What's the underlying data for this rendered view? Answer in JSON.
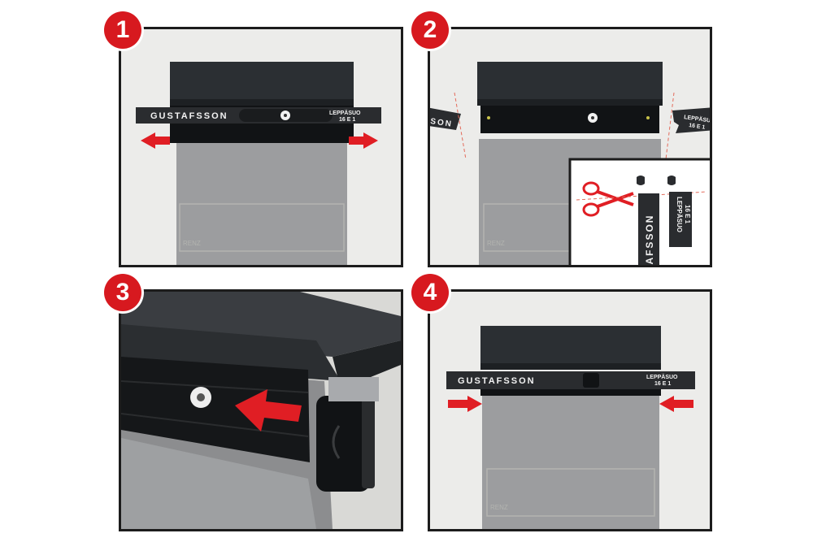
{
  "steps": [
    {
      "number": "1"
    },
    {
      "number": "2"
    },
    {
      "number": "3"
    },
    {
      "number": "4"
    }
  ],
  "label": {
    "name": "GUSTAFSSON",
    "name_cut": "SON",
    "name_strip": "TAFSSON",
    "address_line1": "LEPPÄSUO",
    "address_line2": "16 E 1",
    "address_cut_line1": "LEPPÄSUO",
    "address_cut_line2": "16 E 1"
  },
  "box_brand": "RENZ",
  "colors": {
    "badge": "#d7191f",
    "arrow": "#e01e24",
    "box_body": "#9c9d9f",
    "box_lid": "#2b2f33",
    "label_strip": "#2a2c2f"
  },
  "icons": [
    "scissors-icon",
    "arrow-left-icon",
    "arrow-right-icon",
    "push-arrow-icon"
  ]
}
